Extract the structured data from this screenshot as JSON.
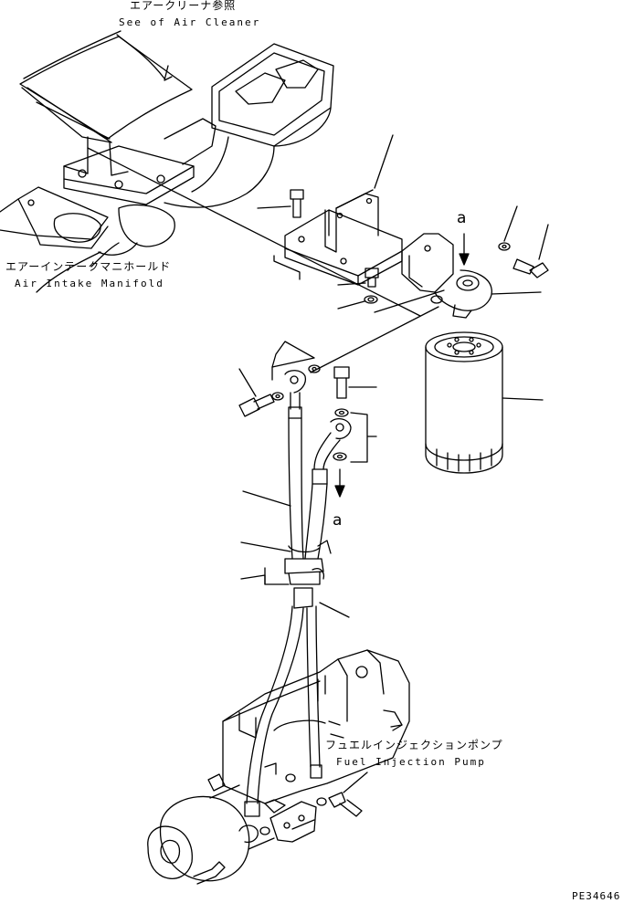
{
  "labels": {
    "air_cleaner_jp": "エアークリーナ参照",
    "air_cleaner_en": "See of Air Cleaner",
    "manifold_jp": "エアーインテークマニホールド",
    "manifold_en": "Air Intake Manifold",
    "pump_jp": "フュエルインジェクションポンプ",
    "pump_en": "Fuel Injection Pump",
    "ref_a_top": "a",
    "ref_a_bottom": "a",
    "drawing_code": "PE34646"
  }
}
